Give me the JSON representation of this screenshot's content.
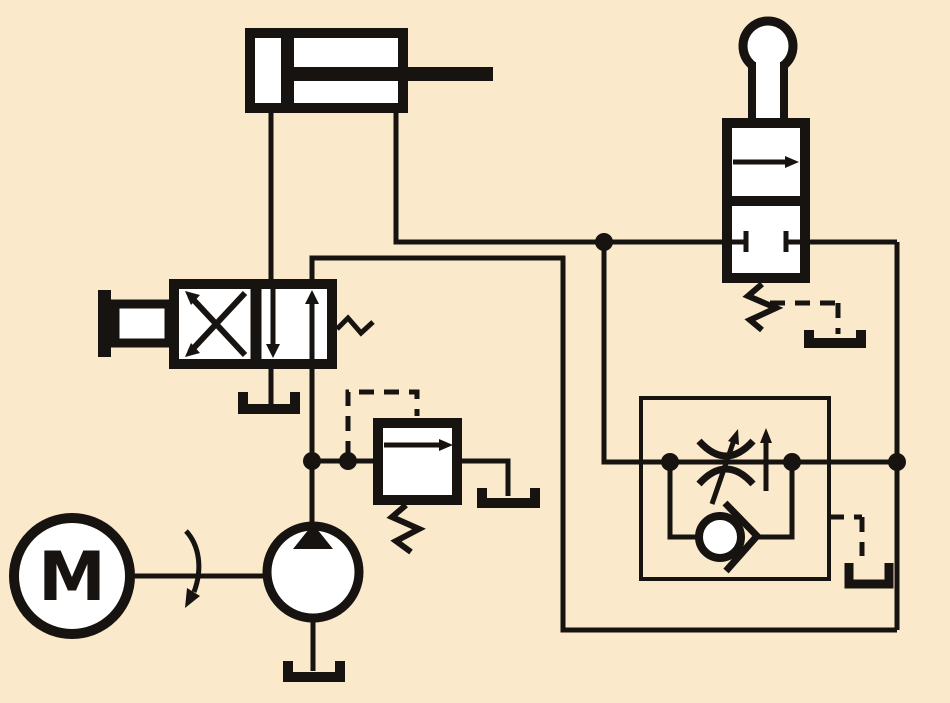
{
  "title": "Hydraulic circuit schematic",
  "colors": {
    "background": "#FAEACB",
    "line": "#171310",
    "component_fill": "#FFFFFF"
  },
  "labels": {
    "motor": "M"
  },
  "components": [
    {
      "id": "cylinder",
      "name": "double-acting cylinder with single rod"
    },
    {
      "id": "directional-valve",
      "name": "4/2 directional control valve, push-button operated, spring return"
    },
    {
      "id": "relief-valve",
      "name": "pilot-operated pressure relief valve to tank"
    },
    {
      "id": "motor",
      "name": "electric motor driving pump",
      "label": "M"
    },
    {
      "id": "pump",
      "name": "fixed displacement hydraulic pump drawing from tank"
    },
    {
      "id": "palm-valve",
      "name": "2/2 palm-button bypass valve, spring return, normally closed"
    },
    {
      "id": "flow-control",
      "name": "adjustable flow control valve with bypass check valve (meter assembly)"
    },
    {
      "id": "check-valve",
      "name": "check valve inside flow-control envelope"
    },
    {
      "id": "tank-symbols",
      "name": "reservoir tank symbols",
      "count": 5
    },
    {
      "id": "junction-dots",
      "name": "line junction dots",
      "count": 6
    }
  ]
}
